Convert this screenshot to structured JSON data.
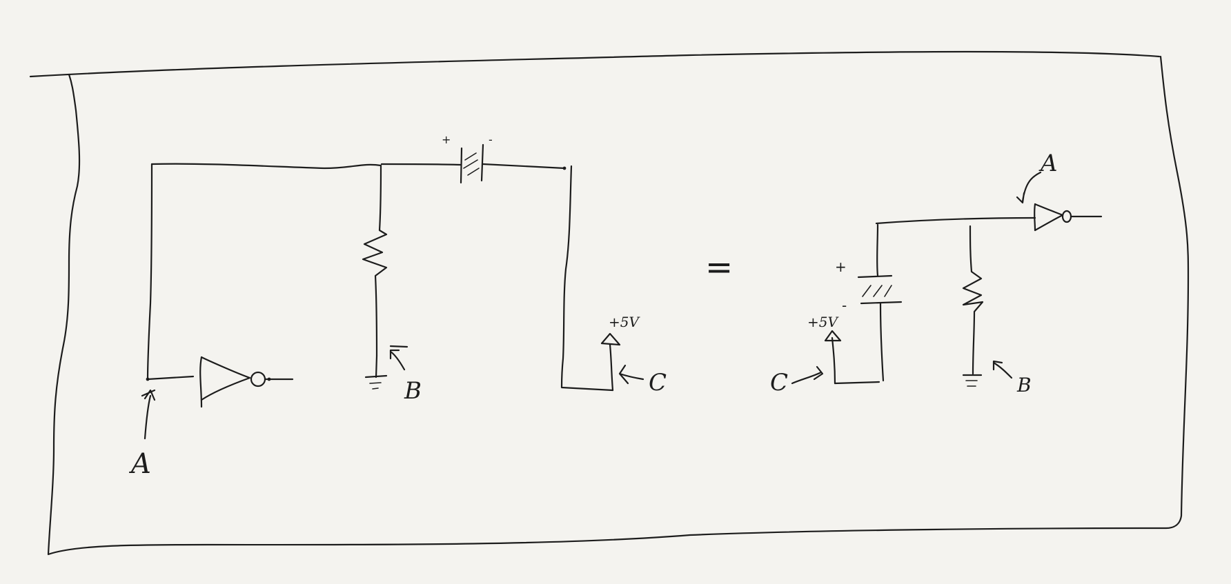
{
  "labels": {
    "left_a": "A",
    "left_b": "B",
    "left_c": "C",
    "left_v": "+5V",
    "left_cap_plus": "+",
    "left_cap_minus": "-",
    "equals": "=",
    "right_a": "A",
    "right_b": "B",
    "right_c": "C",
    "right_v": "+5V",
    "right_cap_plus": "+",
    "right_cap_minus": "-"
  },
  "colors": {
    "paper": "#f4f3ef",
    "ink": "#1c1c1c"
  }
}
